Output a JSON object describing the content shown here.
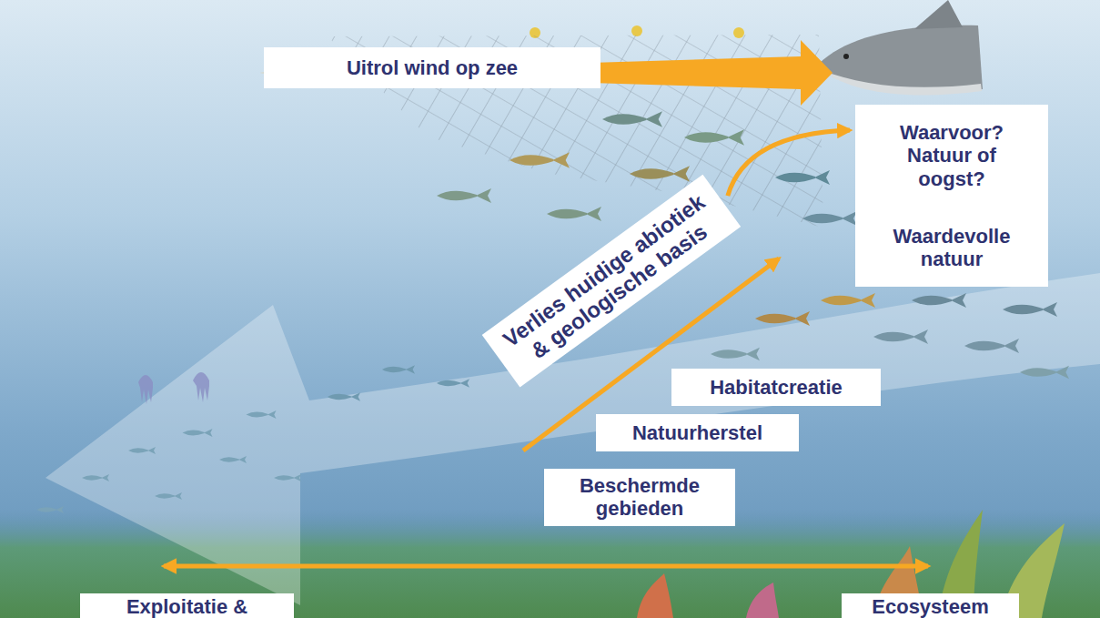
{
  "diagram": {
    "nodes": [
      {
        "text": [
          "Uitrol wind op zee"
        ]
      },
      {
        "text": [
          "Waarvoor? Natuur of oogst?",
          "Waardevolle natuur"
        ]
      },
      {
        "text": [
          "Verlies huidige abiotiek & geologische basis"
        ]
      },
      {
        "text": [
          "Habitatcreatie"
        ]
      },
      {
        "text": [
          "Natuurherstel"
        ]
      },
      {
        "text": [
          "Beschermde gebieden"
        ]
      },
      {
        "text": [
          "Exploitatie &"
        ]
      },
      {
        "text": [
          "Ecosysteem"
        ]
      }
    ],
    "edges": [
      {
        "from": 2,
        "to": 1,
        "arrow": "to"
      },
      {
        "from": 6,
        "to": 7,
        "arrow": "both"
      }
    ]
  }
}
